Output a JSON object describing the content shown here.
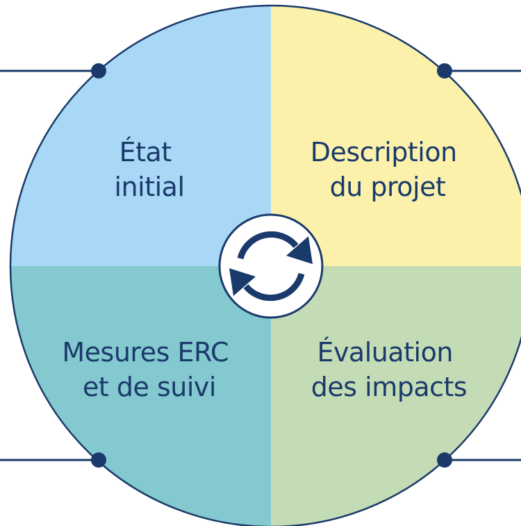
{
  "quadrants": [
    {
      "id": "top-left",
      "lines": [
        "État",
        "initial"
      ],
      "color": "#a8d8f5"
    },
    {
      "id": "top-right",
      "lines": [
        "Description",
        "du projet"
      ],
      "color": "#fbf1ab"
    },
    {
      "id": "bottom-right",
      "lines": [
        "Évaluation",
        "des impacts"
      ],
      "color": "#c4dcb5"
    },
    {
      "id": "bottom-left",
      "lines": [
        "Mesures ERC",
        "et de suivi"
      ],
      "color": "#84c9cf"
    }
  ],
  "colors": {
    "outline": "#1a3a6b",
    "text": "#1a3a6b",
    "center_fill": "#ffffff",
    "cycle_icon": "#1a3a6b"
  },
  "center_icon": "cycle-arrows-icon"
}
